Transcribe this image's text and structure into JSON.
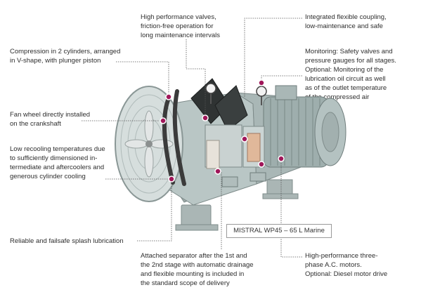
{
  "callouts": {
    "valves": "High performance valves,\nfriction-free operation for\nlong maintenance intervals",
    "coupling": "Integrated flexible coupling,\nlow-maintenance and safe",
    "compression": "Compression in 2 cylinders, arranged\nin V-shape, with plunger piston",
    "monitoring": "Monitoring: Safety valves and\npressure gauges for all stages.\nOptional: Monitoring of the\nlubrication oil circuit as well\nas of the outlet temperature\nof the compressed air",
    "fan": "Fan wheel directly installed\non the crankshaft",
    "cooling": "Low recooling temperatures due\nto sufficiently dimensioned in-\ntermediate and aftercoolers and\ngenerous cylinder cooling",
    "lubrication": "Reliable and failsafe splash lubrication",
    "separator": "Attached separator after the 1st and\nthe 2nd stage with automatic drainage\nand flexible mounting is included in\nthe standard scope of delivery",
    "motors": "High-performance three-\nphase A.C. motors.\nOptional: Diesel motor drive"
  },
  "model_label": "MISTRAL WP45 – 65 L Marine",
  "colors": {
    "marker": "#a0175a",
    "machine_body": "#b7c4c3",
    "leader_line": "#555555"
  }
}
